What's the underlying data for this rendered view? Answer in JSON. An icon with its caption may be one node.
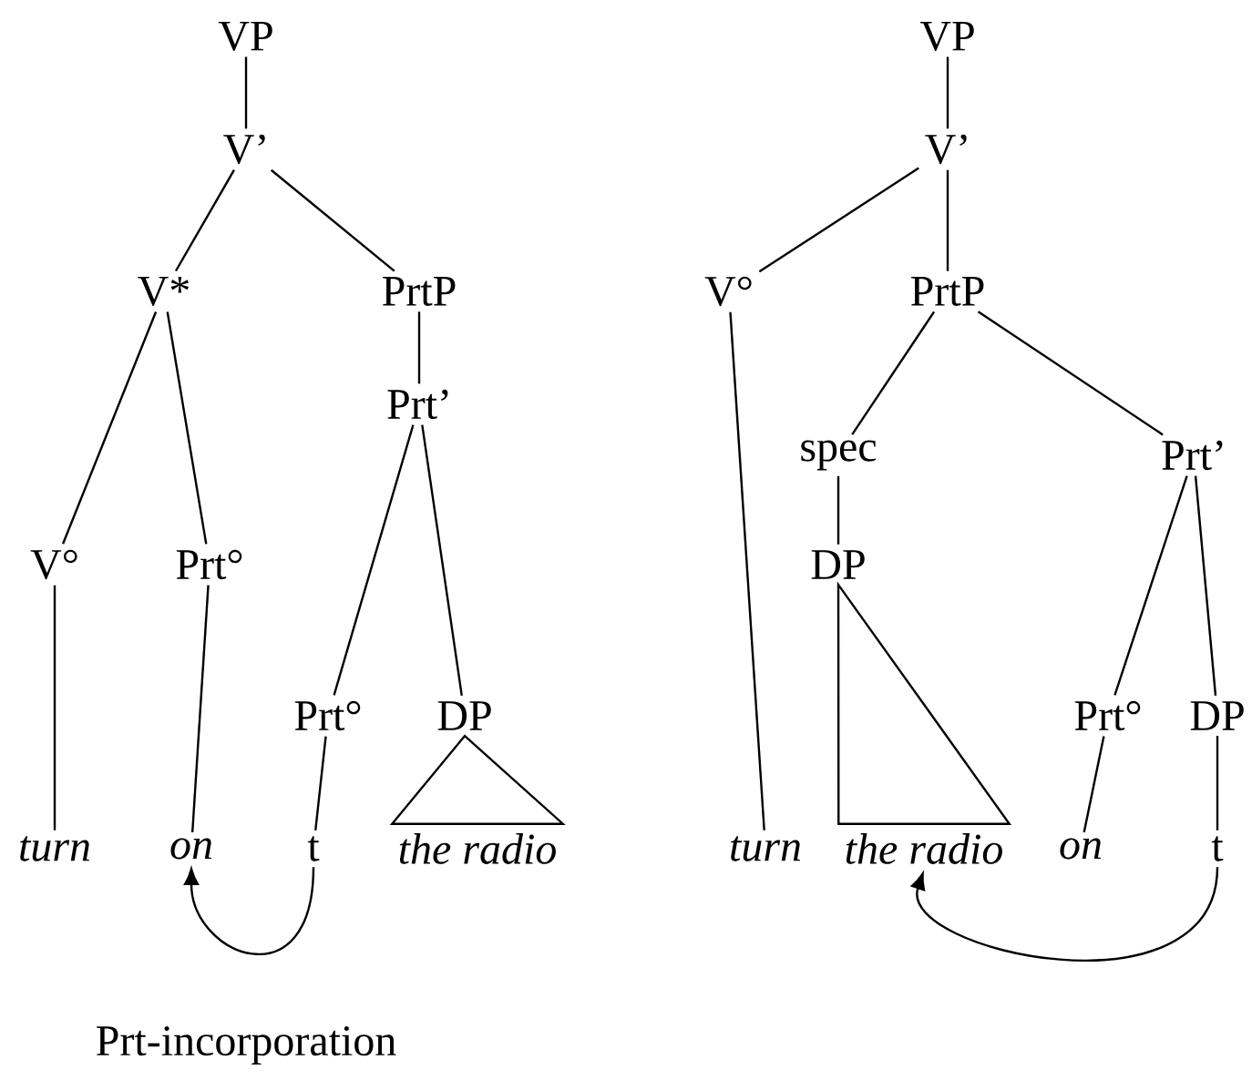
{
  "diagram": {
    "nodes": [
      {
        "text": [
          "VP"
        ]
      },
      {
        "text": [
          "V’"
        ]
      },
      {
        "text": [
          "V*"
        ]
      },
      {
        "text": [
          "PrtP"
        ]
      },
      {
        "text": [
          "Prt’"
        ]
      },
      {
        "text": [
          "V°"
        ]
      },
      {
        "text": [
          "Prt°"
        ]
      },
      {
        "text": [
          "Prt°"
        ]
      },
      {
        "text": [
          "DP"
        ]
      },
      {
        "text": [
          "*turn*"
        ]
      },
      {
        "text": [
          "*on*"
        ]
      },
      {
        "text": [
          "t"
        ]
      },
      {
        "text": [
          "*the radio*"
        ]
      },
      {
        "text": [
          "VP"
        ]
      },
      {
        "text": [
          "V’"
        ]
      },
      {
        "text": [
          "V°"
        ]
      },
      {
        "text": [
          "PrtP"
        ]
      },
      {
        "text": [
          "spec"
        ]
      },
      {
        "text": [
          "Prt’"
        ]
      },
      {
        "text": [
          "DP"
        ]
      },
      {
        "text": [
          "Prt°"
        ]
      },
      {
        "text": [
          "DP"
        ]
      },
      {
        "text": [
          "*turn*"
        ]
      },
      {
        "text": [
          "*the radio*"
        ]
      },
      {
        "text": [
          "*on*"
        ]
      },
      {
        "text": [
          "t"
        ]
      }
    ],
    "edges": [
      {
        "from": 0,
        "to": 1,
        "arrow": "none"
      },
      {
        "from": 1,
        "to": 2,
        "arrow": "none"
      },
      {
        "from": 1,
        "to": 3,
        "arrow": "none"
      },
      {
        "from": 2,
        "to": 5,
        "arrow": "none"
      },
      {
        "from": 2,
        "to": 6,
        "arrow": "none"
      },
      {
        "from": 3,
        "to": 4,
        "arrow": "none"
      },
      {
        "from": 4,
        "to": 7,
        "arrow": "none"
      },
      {
        "from": 4,
        "to": 8,
        "arrow": "none"
      },
      {
        "from": 5,
        "to": 9,
        "arrow": "none"
      },
      {
        "from": 6,
        "to": 10,
        "arrow": "none"
      },
      {
        "from": 7,
        "to": 11,
        "arrow": "none"
      },
      {
        "from": 8,
        "to": 12,
        "arrow": "none"
      },
      {
        "from": 11,
        "to": 10,
        "arrow": "to"
      },
      {
        "from": 13,
        "to": 14,
        "arrow": "none"
      },
      {
        "from": 14,
        "to": 15,
        "arrow": "none"
      },
      {
        "from": 14,
        "to": 16,
        "arrow": "none"
      },
      {
        "from": 16,
        "to": 17,
        "arrow": "none"
      },
      {
        "from": 16,
        "to": 18,
        "arrow": "none"
      },
      {
        "from": 17,
        "to": 19,
        "arrow": "none"
      },
      {
        "from": 15,
        "to": 22,
        "arrow": "none"
      },
      {
        "from": 19,
        "to": 23,
        "arrow": "none"
      },
      {
        "from": 18,
        "to": 20,
        "arrow": "none"
      },
      {
        "from": 18,
        "to": 21,
        "arrow": "none"
      },
      {
        "from": 20,
        "to": 24,
        "arrow": "none"
      },
      {
        "from": 21,
        "to": 25,
        "arrow": "none"
      },
      {
        "from": 25,
        "to": 23,
        "arrow": "to"
      }
    ],
    "labels": [
      "Prt-incorporation"
    ]
  }
}
